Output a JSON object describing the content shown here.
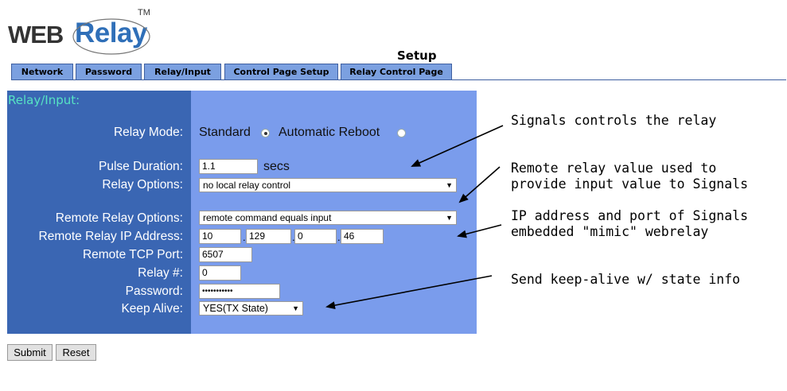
{
  "logo": {
    "web": "WEB",
    "relay": "Relay",
    "tm": "TM"
  },
  "page_title": "Setup",
  "tabs": [
    {
      "label": "Network"
    },
    {
      "label": "Password"
    },
    {
      "label": "Relay/Input"
    },
    {
      "label": "Control Page Setup"
    },
    {
      "label": "Relay Control Page"
    }
  ],
  "form": {
    "section_title": "Relay/Input:",
    "relay_mode": {
      "label": "Relay Mode:",
      "option_standard": "Standard",
      "option_auto_reboot": "Automatic Reboot",
      "selected": "Standard"
    },
    "pulse_duration": {
      "label": "Pulse Duration:",
      "value": "1.1",
      "unit": "secs"
    },
    "relay_options": {
      "label": "Relay Options:",
      "value": "no local relay control"
    },
    "remote_relay_options": {
      "label": "Remote Relay Options:",
      "value": "remote command equals input"
    },
    "remote_ip": {
      "label": "Remote Relay IP Address:",
      "octets": [
        "10",
        "129",
        "0",
        "46"
      ],
      "separator": "."
    },
    "remote_tcp_port": {
      "label": "Remote TCP Port:",
      "value": "6507"
    },
    "relay_number": {
      "label": "Relay #:",
      "value": "0"
    },
    "password": {
      "label": "Password:",
      "value": "•••••••••••"
    },
    "keep_alive": {
      "label": "Keep Alive:",
      "value": "YES(TX State)"
    }
  },
  "buttons": {
    "submit": "Submit",
    "reset": "Reset"
  },
  "annotations": {
    "note1": "Signals controls the relay",
    "note2": "Remote relay value used to\nprovide input value to Signals",
    "note3": "IP address and port of Signals\nembedded \"mimic\" webrelay",
    "note4": "Send keep-alive w/ state info"
  },
  "colors": {
    "label_panel": "#3a66b3",
    "field_panel": "#7a9cec",
    "tab_bg": "#7ba0e0",
    "section_title": "#56e3c4",
    "logo_blue": "#2f6fb8"
  }
}
